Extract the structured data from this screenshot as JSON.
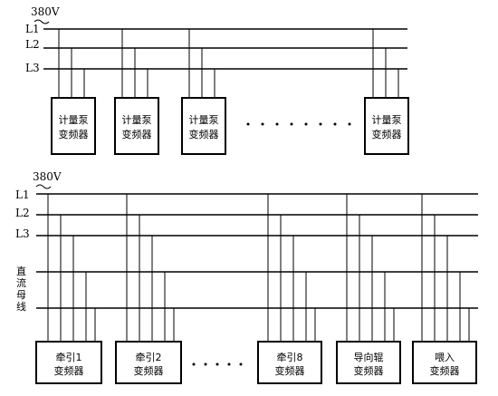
{
  "top": {
    "voltage": "380V",
    "bus_labels": [
      "L1",
      "L2",
      "L3"
    ],
    "boxes": [
      {
        "line1": "计量泵",
        "line2": "变频器"
      },
      {
        "line1": "计量泵",
        "line2": "变频器"
      },
      {
        "line1": "计量泵",
        "line2": "变频器"
      },
      {
        "line1": "计量泵",
        "line2": "变频器"
      }
    ]
  },
  "bottom": {
    "voltage": "380V",
    "bus_labels": [
      "L1",
      "L2",
      "L3"
    ],
    "dc_bus_label": [
      "直",
      "流",
      "母",
      "线"
    ],
    "boxes": [
      {
        "line1": "牵引1",
        "line2": "变频器"
      },
      {
        "line1": "牵引2",
        "line2": "变频器"
      },
      {
        "line1": "牵引8",
        "line2": "变频器"
      },
      {
        "line1": "导向辊",
        "line2": "变频器"
      },
      {
        "line1": "喂入",
        "line2": "变频器"
      }
    ]
  }
}
